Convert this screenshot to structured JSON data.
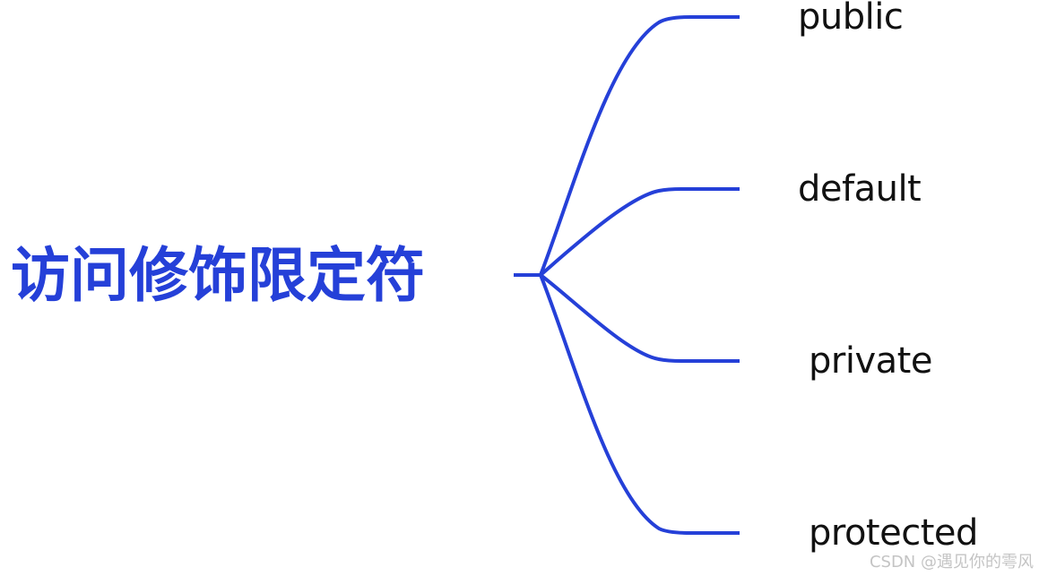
{
  "diagram": {
    "type": "mind-map",
    "line_color": "#2540d8",
    "root": {
      "label": "访问修饰限定符",
      "color": "#2540d8"
    },
    "children": [
      {
        "label": "public"
      },
      {
        "label": "default"
      },
      {
        "label": "private"
      },
      {
        "label": "protected"
      }
    ]
  },
  "watermark": {
    "text": "CSDN @遇见你的雩风"
  }
}
